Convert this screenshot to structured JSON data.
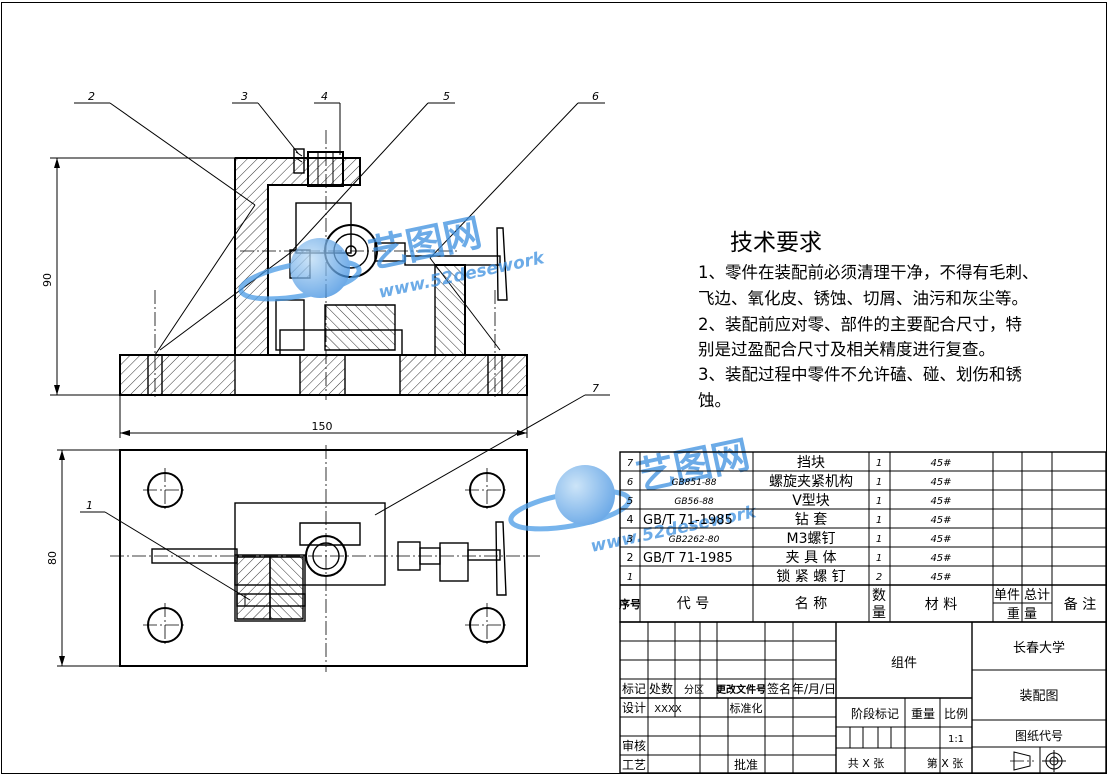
{
  "balloons": [
    "1",
    "2",
    "3",
    "4",
    "5",
    "6",
    "7"
  ],
  "dimensions": {
    "height_front": "90",
    "width_front": "150",
    "height_top": "80"
  },
  "tech": {
    "title": "技术要求",
    "lines": [
      "1、零件在装配前必须清理干净，不得有毛刺、",
      "飞边、氧化皮、锈蚀、切屑、油污和灰尘等。",
      "2、装配前应对零、部件的主要配合尺寸，特",
      "别是过盈配合尺寸及相关精度进行复查。",
      "3、装配过程中零件不允许磕、碰、划伤和锈",
      "蚀。"
    ]
  },
  "watermark": {
    "logo": "艺图网",
    "url": "www.52desework"
  },
  "bom": {
    "rows": [
      {
        "no": "7",
        "code": "",
        "name": "挡块",
        "qty": "1",
        "material": "45#"
      },
      {
        "no": "6",
        "code": "GB851-88",
        "name": "螺旋夹紧机构",
        "qty": "1",
        "material": "45#"
      },
      {
        "no": "5",
        "code": "GB56-88",
        "name": "V型块",
        "qty": "1",
        "material": "45#"
      },
      {
        "no": "4",
        "code": "GB/T 71-1985",
        "name": "钻 套",
        "qty": "1",
        "material": "45#"
      },
      {
        "no": "3",
        "code": "GB2262-80",
        "name": "M3螺钉",
        "qty": "1",
        "material": "45#"
      },
      {
        "no": "2",
        "code": "GB/T 71-1985",
        "name": "夹 具 体",
        "qty": "1",
        "material": "45#"
      },
      {
        "no": "1",
        "code": "",
        "name": "锁 紧 螺 钉",
        "qty": "2",
        "material": "45#"
      }
    ],
    "header": {
      "no": "序号",
      "code": "代      号",
      "name": "名      称",
      "qty1": "数",
      "qty2": "量",
      "material": "材      料",
      "unit1": "单件",
      "unit2": "重 量",
      "total1": "总计",
      "total2": "量",
      "remark": "备 注"
    }
  },
  "titleblock": {
    "mark": "标记",
    "count": "处数",
    "zone": "分区",
    "doc": "更改文件号",
    "sign": "签名",
    "date": "年/月/日",
    "design": "设计",
    "designer": "XXXX",
    "std": "标准化",
    "check": "审核",
    "process": "工艺",
    "approve": "批准",
    "stage": "阶段标记",
    "weight": "重量",
    "scale": "比例",
    "scale_val": "1:1",
    "sheets_total": "共  X  张",
    "sheet_no": "第  X  张",
    "group": "组件",
    "school": "长春大学",
    "drawing": "装配图",
    "code": "图纸代号"
  }
}
